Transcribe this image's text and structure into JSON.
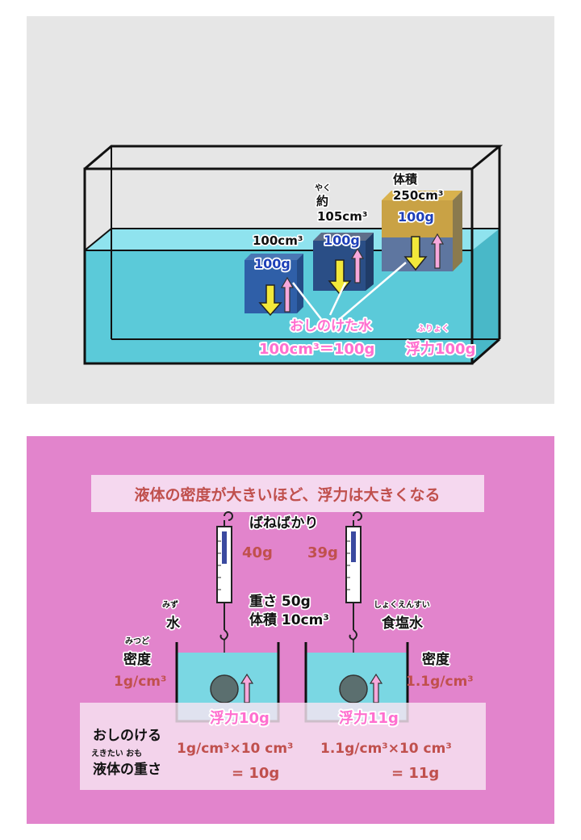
{
  "top": {
    "volume_label": "体積",
    "volume_value": "250cm³",
    "approx_ruby": "やく",
    "approx_label": "約",
    "approx_value": "105cm³",
    "small_volume": "100cm³",
    "weight_a": "100g",
    "weight_b": "100g",
    "weight_c": "100g",
    "displaced_label": "おしのけた水",
    "displaced_value": "100cm³＝100g",
    "buoyancy_ruby": "ふりょく",
    "buoyancy_value": "浮力100g"
  },
  "bottom": {
    "title": "液体の密度が大きいほど、浮力は大きくなる",
    "scale_label": "ばねばかり",
    "scale_left": "40g",
    "scale_right": "39g",
    "weight_label": "重さ 50g",
    "volume_label": "体積 10cm³",
    "water_ruby": "みず",
    "water_label": "水",
    "salt_ruby": "しょくえんすい",
    "salt_label": "食塩水",
    "density_ruby": "みつど",
    "density_label_left": "密度",
    "density_left": "1g/cm³",
    "density_label_right": "密度",
    "density_right": "1.1g/cm³",
    "buoy_left": "浮力10g",
    "buoy_right": "浮力11g",
    "push_label": "おしのける",
    "liquid_ruby": "えきたい おも",
    "liquid_weight": "液体の重さ",
    "calc_left": "1g/cm³×10 cm³",
    "calc_right": "1.1g/cm³×10 cm³",
    "result_left": "= 10g",
    "result_right": "= 11g"
  }
}
